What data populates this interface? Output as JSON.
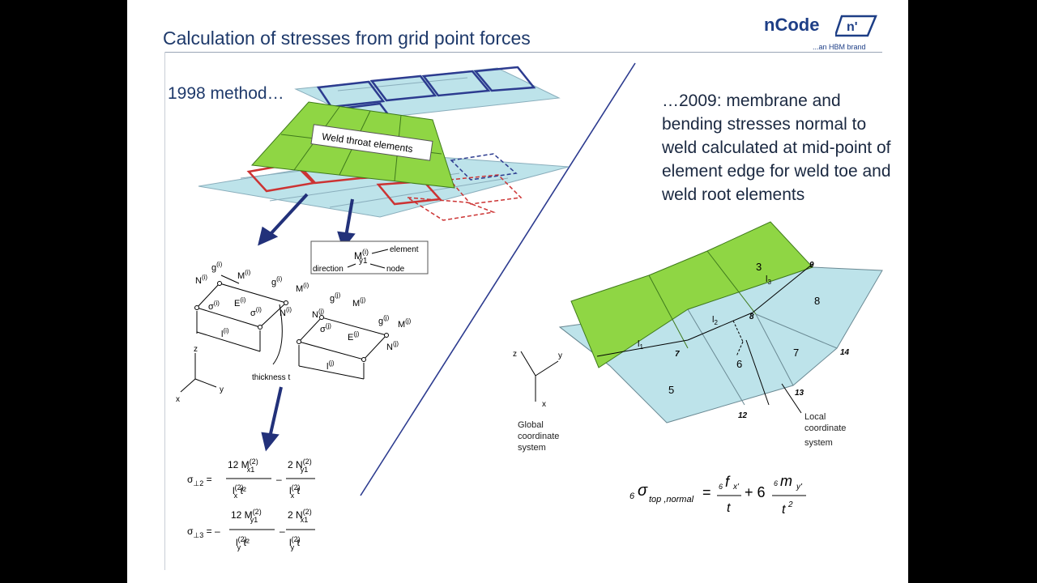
{
  "slide": {
    "title": "Calculation of stresses from grid point forces",
    "logo": {
      "name": "nCode",
      "mark": "n'",
      "tagline": "...an HBM brand"
    },
    "left_panel": {
      "heading": "1998 method…",
      "weld_label": "Weld throat elements",
      "legend": {
        "element": "element",
        "direction": "direction",
        "node": "node"
      },
      "thickness_label": "thickness t",
      "axes": {
        "z": "z",
        "y": "y",
        "x": "x"
      }
    },
    "right_panel": {
      "description": "…2009: membrane and bending stresses normal to weld calculated at mid-point of element edge for weld toe and weld root elements",
      "elements": [
        "3",
        "8",
        "7",
        "6",
        "5"
      ],
      "nodes": [
        "9",
        "8",
        "7",
        "14",
        "13",
        "12"
      ],
      "lengths": [
        "l1",
        "l2",
        "l3"
      ],
      "global_axes": {
        "z": "z",
        "y": "y",
        "x": "x"
      },
      "global_label": [
        "Global",
        "coordinate",
        "system"
      ],
      "local_label": [
        "Local",
        "coordinate",
        "system"
      ]
    }
  },
  "colors": {
    "title": "#1f3a6b",
    "weld_green": "#8fd644",
    "plate_blue": "#bde3ea",
    "red_outline": "#cc3333",
    "navy_outline": "#2c3b8f",
    "arrow": "#22317a"
  }
}
